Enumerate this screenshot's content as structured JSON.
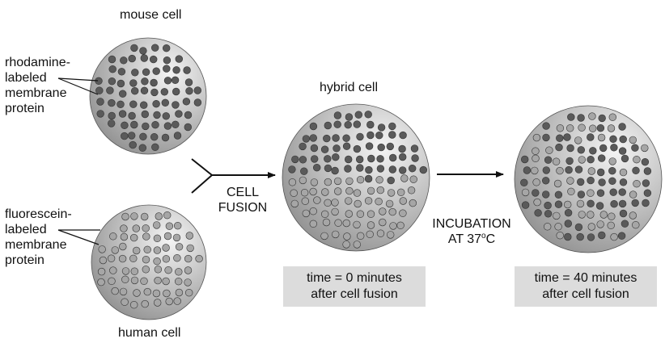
{
  "labels": {
    "mouse_cell": "mouse cell",
    "human_cell": "human cell",
    "hybrid_cell": "hybrid cell",
    "rhodamine": [
      "rhodamine-",
      "labeled",
      "membrane",
      "protein"
    ],
    "fluorescein": [
      "fluorescein-",
      "labeled",
      "membrane",
      "protein"
    ],
    "cell_fusion": [
      "CELL",
      "FUSION"
    ],
    "incubation_line1": "INCUBATION",
    "incubation_at": "AT 37",
    "incubation_degree": "o",
    "incubation_unit": "C"
  },
  "captions": {
    "t0": [
      "time = 0 minutes",
      "after cell fusion"
    ],
    "t40": [
      "time = 40 minutes",
      "after cell fusion"
    ]
  },
  "colors": {
    "rhodamine_dot": "#5a5a5a",
    "fluorescein_dot": "#a6a6a6",
    "cell_light": "#f2f2f2",
    "cell_dark": "#8c8c8c",
    "caption_bg": "#dcdcdc"
  }
}
